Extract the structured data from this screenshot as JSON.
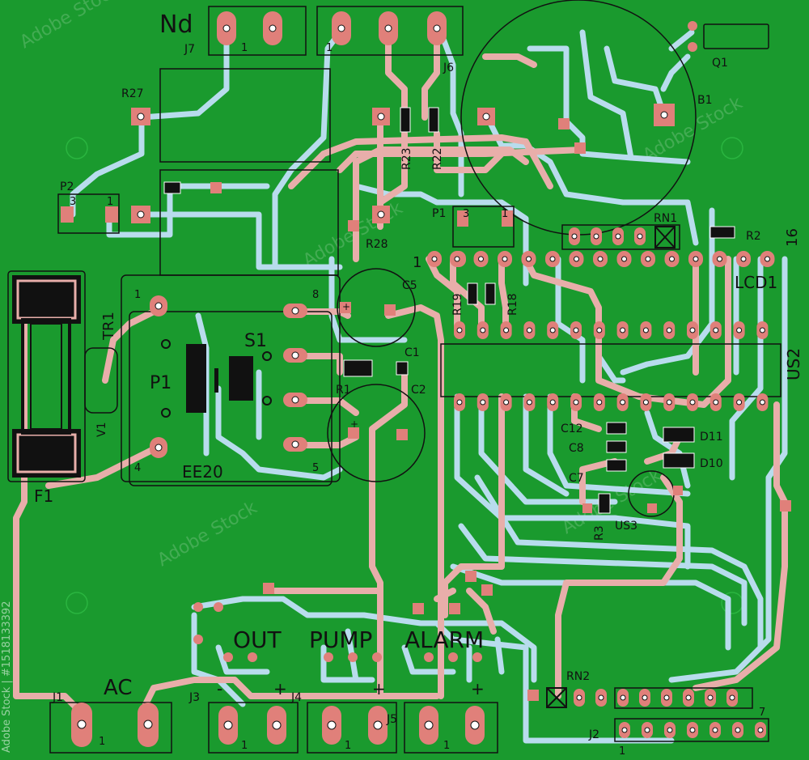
{
  "labels": {
    "nd": "Nd",
    "j7": "J7",
    "j6": "J6",
    "r27": "R27",
    "r28": "R28",
    "r23": "R23",
    "r22": "R22",
    "p2": "P2",
    "p1_trim": "P1",
    "b1": "B1",
    "q1": "Q1",
    "rn1": "RN1",
    "r2": "R2",
    "n16": "16",
    "lcd1": "LCD1",
    "c5": "C5",
    "r19": "R19",
    "r18": "R18",
    "tr1": "TR1",
    "p1_xfmr": "P1",
    "s1": "S1",
    "ee20": "EE20",
    "v1": "V1",
    "f1": "F1",
    "r1": "R1",
    "c1": "C1",
    "c2": "C2",
    "us2": "US2",
    "c12": "C12",
    "c8": "C8",
    "c7": "C7",
    "d11": "D11",
    "d10": "D10",
    "r3": "R3",
    "us3": "US3",
    "out": "OUT",
    "pump": "PUMP",
    "alarm": "ALARM",
    "ac": "AC",
    "j1": "J1",
    "j3": "J3",
    "j4": "J4",
    "j5": "J5",
    "rn2": "RN2",
    "j2": "J2",
    "plus": "+",
    "minus": "-"
  },
  "pin_numbers": {
    "one": "1",
    "three": "3",
    "four": "4",
    "five": "5",
    "seven": "7",
    "eight": "8"
  },
  "watermark": {
    "text": "Adobe Stock",
    "side": "Adobe Stock | #1518133392"
  },
  "colors": {
    "board": "#1a9a2e",
    "top_trace": "#e8aeaa",
    "bottom_trace": "#b8dced",
    "pad": "#e0807a",
    "silkscreen": "#111111"
  }
}
